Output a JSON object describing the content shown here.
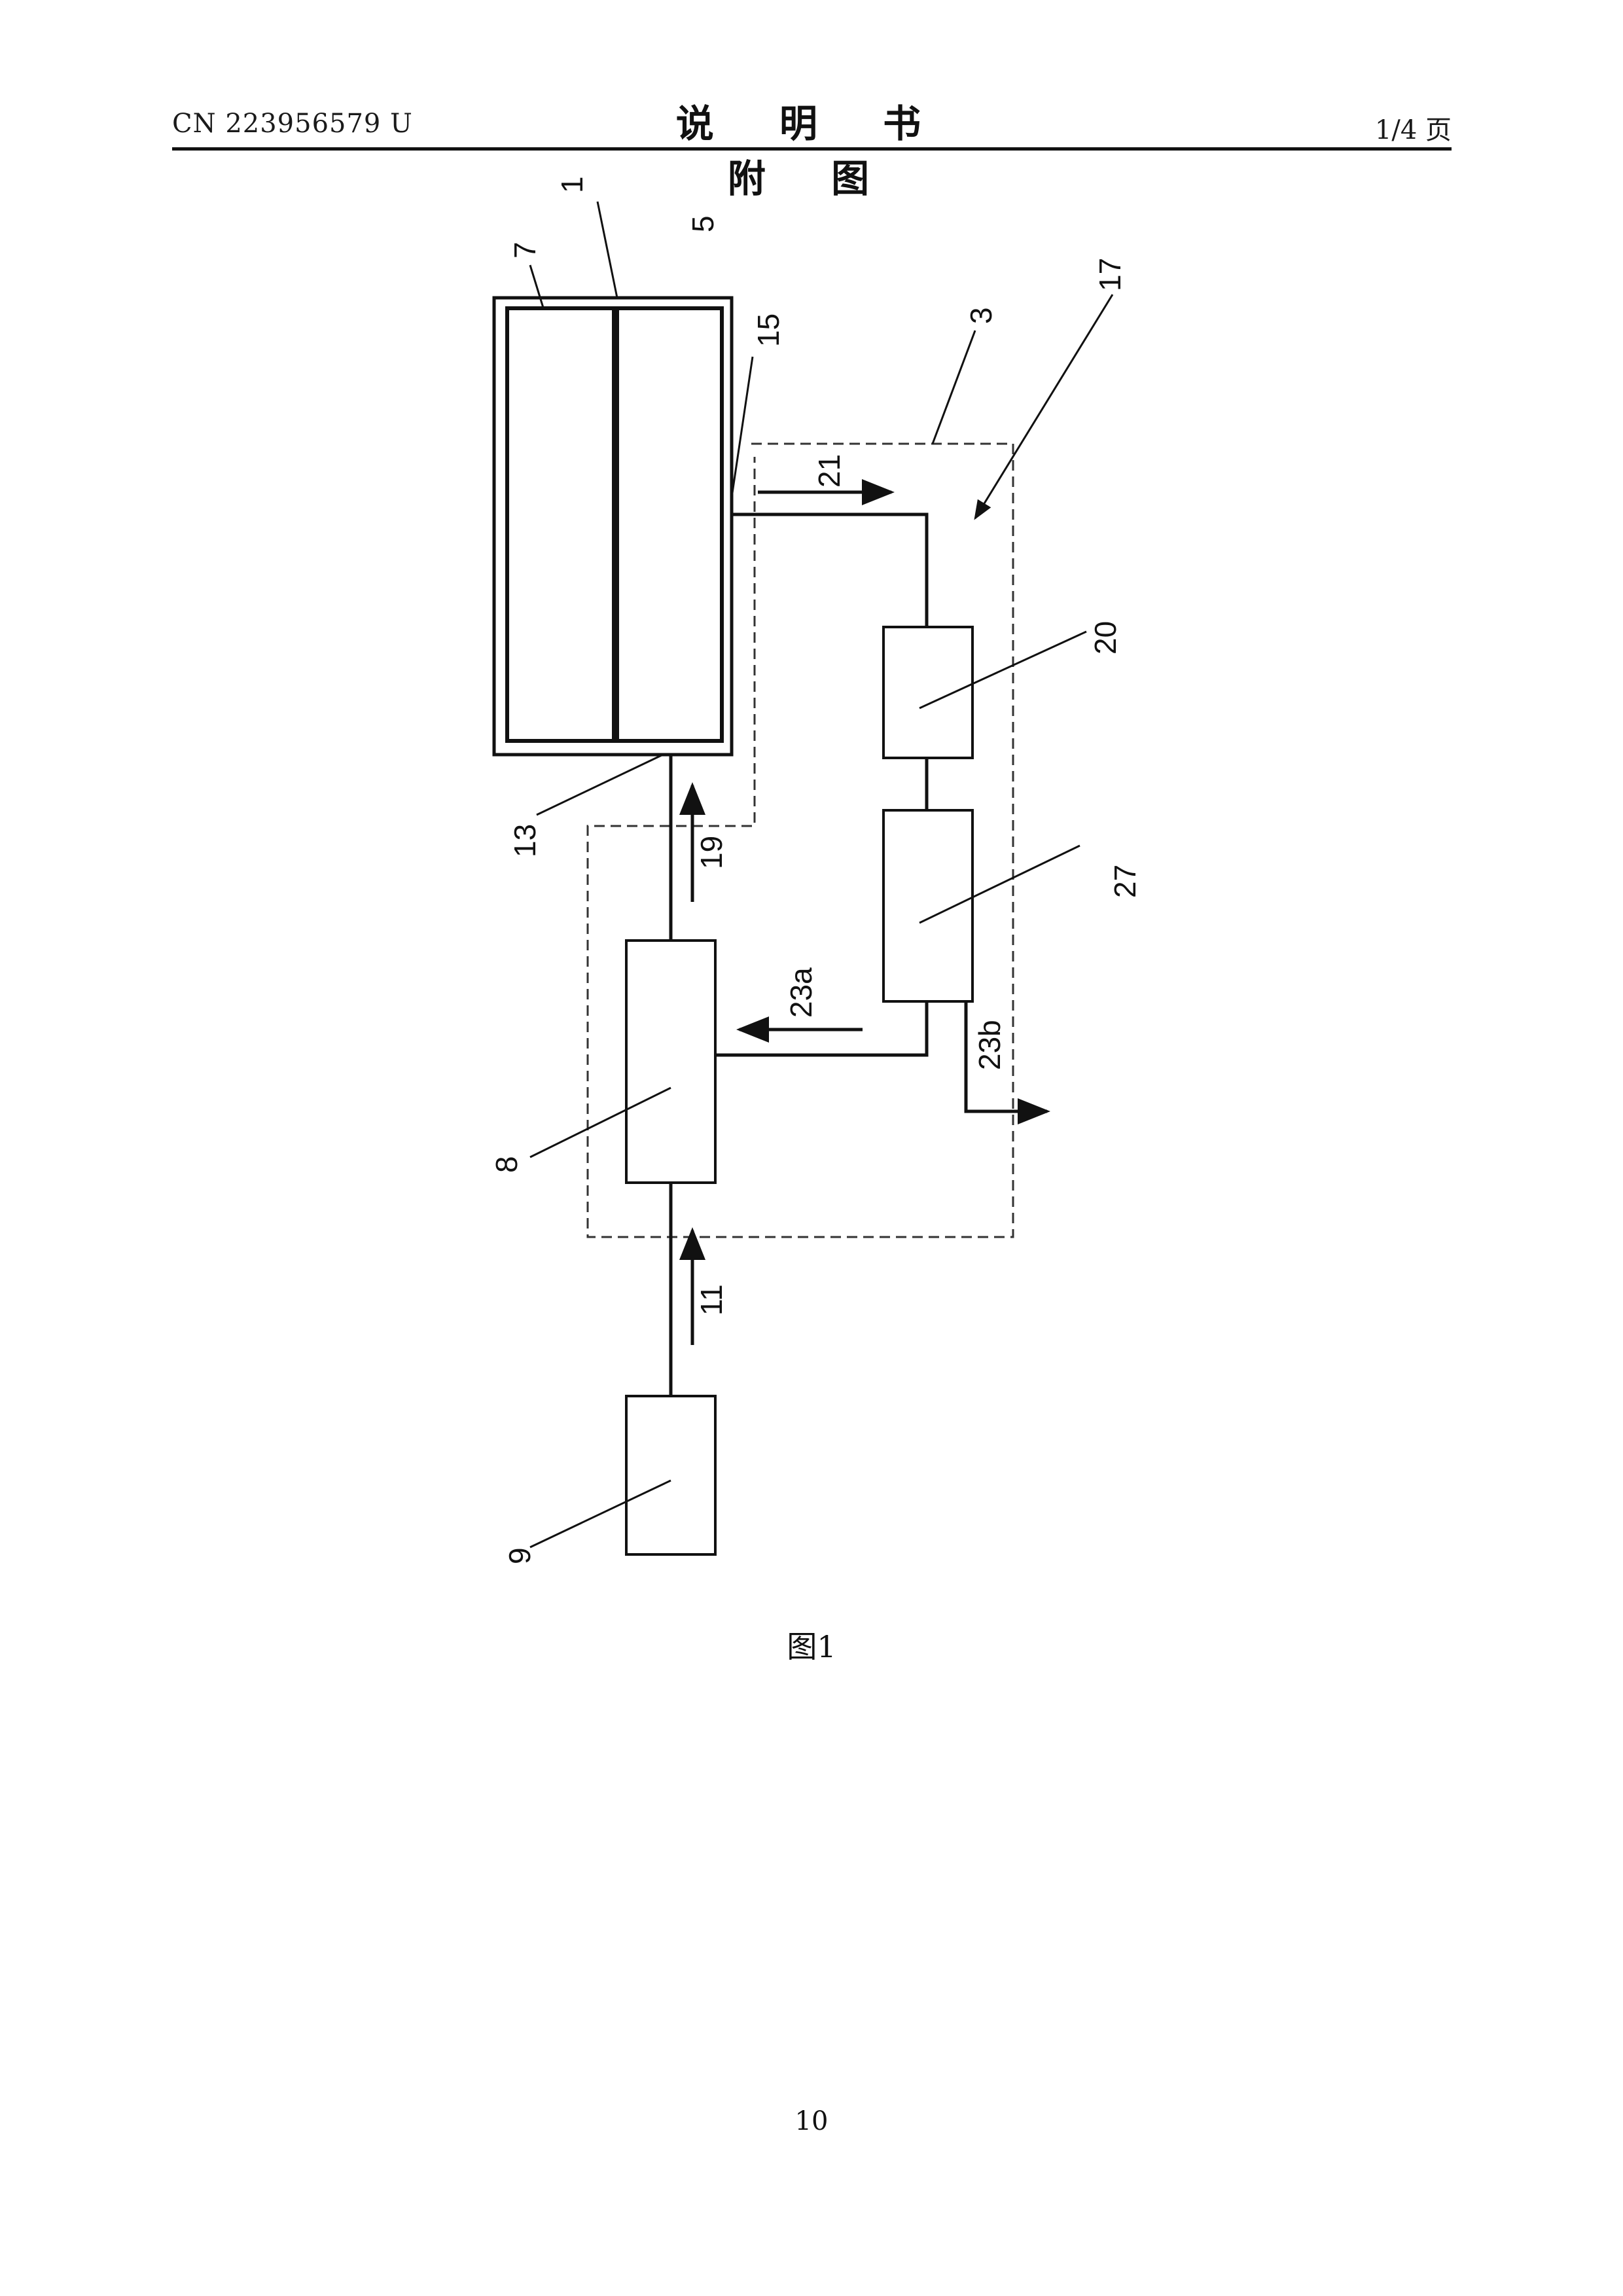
{
  "header": {
    "doc_number": "CN 223956579 U",
    "title": "说 明 书 附 图",
    "page_of": "1/4 页"
  },
  "figure": {
    "caption": "图1",
    "labels": {
      "l1": "1",
      "l3": "3",
      "l5": "5",
      "l7": "7",
      "l8": "8",
      "l9": "9",
      "l11": "11",
      "l13": "13",
      "l15": "15",
      "l17": "17",
      "l19": "19",
      "l20": "20",
      "l21": "21",
      "l23a": "23a",
      "l23b": "23b",
      "l27": "27"
    }
  },
  "footer": {
    "page_number": "10"
  }
}
